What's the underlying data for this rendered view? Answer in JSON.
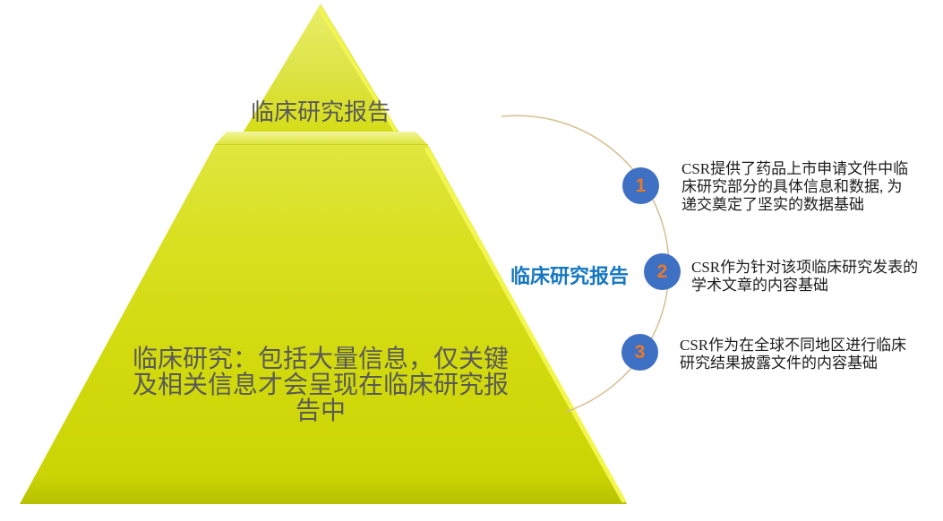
{
  "pyramid": {
    "top_label": "临床研究报告",
    "body_lines": [
      "临床研究：包括大量信息，仅关键",
      "及相关信息才会呈现在临床研究报",
      "告中"
    ],
    "body_full_text": "临床研究：包括大量信息，仅关键及相关信息才会呈现在临床研究报告中",
    "colors": {
      "face": "#d6dd17",
      "face_light": "#e9ee6a",
      "edge_highlight": "#f3f64f",
      "lip_top": "#f3f5a4",
      "lip_bottom": "#dce43a",
      "base_shadow": "#b7c100",
      "label_text": "#595959"
    }
  },
  "right_panel": {
    "heading": "临床研究报告",
    "heading_color": "#1577c0",
    "arc_color": "#d5bf91",
    "badge_fill_color": "#3e70c4",
    "badge_number_color": "#e97a28",
    "items": [
      {
        "number": "1",
        "lines": [
          "CSR提供了药品上市申请文件中临",
          "床研究部分的具体信息和数据, 为",
          "递交奠定了坚实的数据基础"
        ],
        "full_text": "CSR提供了药品上市申请文件中临床研究部分的具体信息和数据, 为递交奠定了坚实的数据基础"
      },
      {
        "number": "2",
        "lines": [
          "CSR作为针对该项临床研究发表的",
          "学术文章的内容基础"
        ],
        "full_text": "CSR作为针对该项临床研究发表的学术文章的内容基础"
      },
      {
        "number": "3",
        "lines": [
          "CSR作为在全球不同地区进行临床",
          "研究结果披露文件的内容基础"
        ],
        "full_text": "CSR作为在全球不同地区进行临床研究结果披露文件的内容基础"
      }
    ]
  }
}
